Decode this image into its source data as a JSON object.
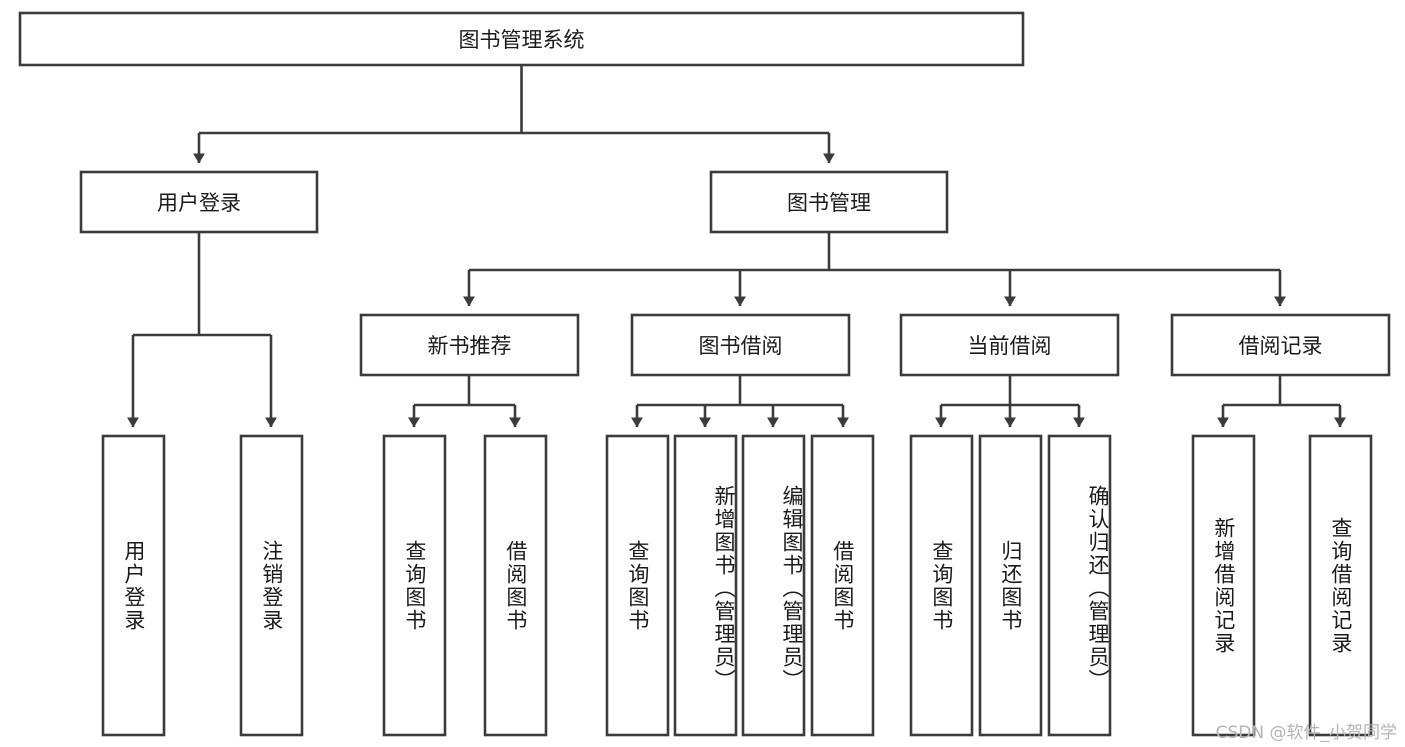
{
  "chart_data": {
    "type": "diagram",
    "diagram_kind": "hierarchy-tree",
    "title": "图书管理系统",
    "orientation": "top-down",
    "edge_style": "orthogonal-with-arrowheads",
    "nodes": [
      {
        "id": "root",
        "label": "图书管理系统",
        "level": 0,
        "text_direction": "horizontal"
      },
      {
        "id": "login",
        "label": "用户登录",
        "level": 1,
        "text_direction": "horizontal"
      },
      {
        "id": "bookmgmt",
        "label": "图书管理",
        "level": 1,
        "text_direction": "horizontal"
      },
      {
        "id": "newbook",
        "label": "新书推荐",
        "level": 2,
        "text_direction": "horizontal"
      },
      {
        "id": "borrow",
        "label": "图书借阅",
        "level": 2,
        "text_direction": "horizontal"
      },
      {
        "id": "current",
        "label": "当前借阅",
        "level": 2,
        "text_direction": "horizontal"
      },
      {
        "id": "records",
        "label": "借阅记录",
        "level": 2,
        "text_direction": "horizontal"
      },
      {
        "id": "leaf_user_login",
        "label": "用户登录",
        "level": 3,
        "text_direction": "vertical"
      },
      {
        "id": "leaf_logout",
        "label": "注销登录",
        "level": 3,
        "text_direction": "vertical"
      },
      {
        "id": "leaf_nb_query",
        "label": "查询图书",
        "level": 3,
        "text_direction": "vertical"
      },
      {
        "id": "leaf_nb_borrow",
        "label": "借阅图书",
        "level": 3,
        "text_direction": "vertical"
      },
      {
        "id": "leaf_br_query",
        "label": "查询图书",
        "level": 3,
        "text_direction": "vertical"
      },
      {
        "id": "leaf_br_add",
        "label": "新增图书（管理员）",
        "level": 3,
        "text_direction": "vertical"
      },
      {
        "id": "leaf_br_edit",
        "label": "编辑图书（管理员）",
        "level": 3,
        "text_direction": "vertical"
      },
      {
        "id": "leaf_br_borrow",
        "label": "借阅图书",
        "level": 3,
        "text_direction": "vertical"
      },
      {
        "id": "leaf_cur_query",
        "label": "查询图书",
        "level": 3,
        "text_direction": "vertical"
      },
      {
        "id": "leaf_cur_return",
        "label": "归还图书",
        "level": 3,
        "text_direction": "vertical"
      },
      {
        "id": "leaf_cur_confirm",
        "label": "确认归还（管理员）",
        "level": 3,
        "text_direction": "vertical"
      },
      {
        "id": "leaf_rec_add",
        "label": "新增借阅记录",
        "level": 3,
        "text_direction": "vertical"
      },
      {
        "id": "leaf_rec_query",
        "label": "查询借阅记录",
        "level": 3,
        "text_direction": "vertical"
      }
    ],
    "edges": [
      {
        "from": "root",
        "to": "login"
      },
      {
        "from": "root",
        "to": "bookmgmt"
      },
      {
        "from": "login",
        "to": "leaf_user_login"
      },
      {
        "from": "login",
        "to": "leaf_logout"
      },
      {
        "from": "bookmgmt",
        "to": "newbook"
      },
      {
        "from": "bookmgmt",
        "to": "borrow"
      },
      {
        "from": "bookmgmt",
        "to": "current"
      },
      {
        "from": "bookmgmt",
        "to": "records"
      },
      {
        "from": "newbook",
        "to": "leaf_nb_query"
      },
      {
        "from": "newbook",
        "to": "leaf_nb_borrow"
      },
      {
        "from": "borrow",
        "to": "leaf_br_query"
      },
      {
        "from": "borrow",
        "to": "leaf_br_add"
      },
      {
        "from": "borrow",
        "to": "leaf_br_edit"
      },
      {
        "from": "borrow",
        "to": "leaf_br_borrow"
      },
      {
        "from": "current",
        "to": "leaf_cur_query"
      },
      {
        "from": "current",
        "to": "leaf_cur_return"
      },
      {
        "from": "current",
        "to": "leaf_cur_confirm"
      },
      {
        "from": "records",
        "to": "leaf_rec_add"
      },
      {
        "from": "records",
        "to": "leaf_rec_query"
      }
    ],
    "colors": {
      "box_fill": "#ffffff",
      "box_stroke": "#3b3b3b",
      "text": "#1b1b1b",
      "background": "#ffffff",
      "watermark": "#b4b4b4"
    }
  },
  "labels": {
    "root": "图书管理系统",
    "login": "用户登录",
    "bookmgmt": "图书管理",
    "newbook": "新书推荐",
    "borrow": "图书借阅",
    "current": "当前借阅",
    "records": "借阅记录",
    "leaf_user_login": "用户登录",
    "leaf_logout": "注销登录",
    "leaf_nb_query": "查询图书",
    "leaf_nb_borrow": "借阅图书",
    "leaf_br_query": "查询图书",
    "leaf_br_add": "新增图书（管理员）",
    "leaf_br_edit": "编辑图书（管理员）",
    "leaf_br_borrow": "借阅图书",
    "leaf_cur_query": "查询图书",
    "leaf_cur_return": "归还图书",
    "leaf_cur_confirm": "确认归还（管理员）",
    "leaf_rec_add": "新增借阅记录",
    "leaf_rec_query": "查询借阅记录"
  },
  "watermark": {
    "text": "CSDN @软件_小贺同学"
  }
}
